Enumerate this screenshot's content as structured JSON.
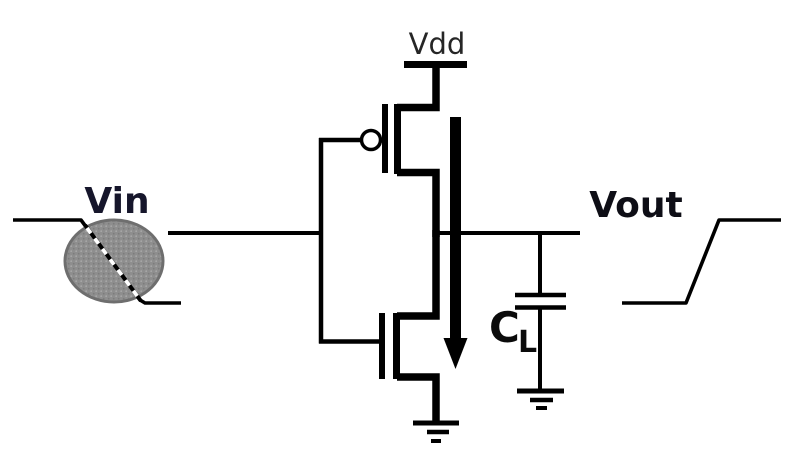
{
  "labels": {
    "supply": "Vdd",
    "input": "Vin",
    "output": "Vout",
    "load_cap_main": "C",
    "load_cap_sub": "L"
  },
  "colors": {
    "wire": "#000000",
    "background": "#ffffff",
    "supply_label": "#262626",
    "input_label": "#16162b",
    "output_label": "#0e0e16",
    "cap_label": "#0b0b0b",
    "highlight_fill": "#8e8e8e",
    "highlight_dot_light": "#a8a8a8",
    "highlight_dot_dark": "#7c7c7c",
    "highlight_edge": "#6e6e6e",
    "transition_dash": "#ffffff"
  },
  "components": [
    "vdd-rail",
    "pmos-transistor",
    "nmos-transistor",
    "current-arrow",
    "load-capacitor",
    "ground-symbol",
    "input-falling-edge-waveform",
    "output-rising-edge-waveform",
    "input-transition-highlight"
  ]
}
